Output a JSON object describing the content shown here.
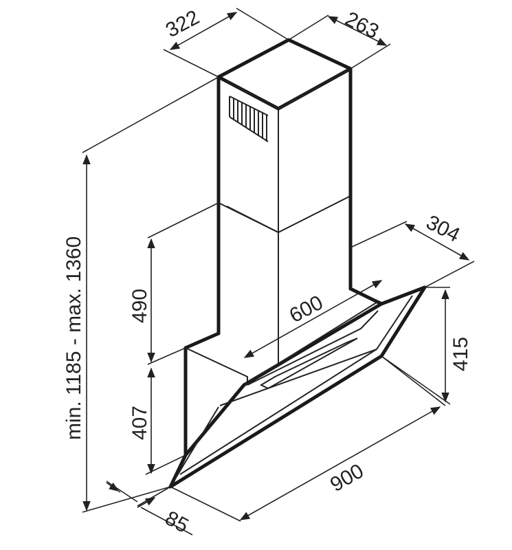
{
  "diagram": {
    "dimensions": {
      "chimney_width": "322",
      "chimney_depth": "263",
      "hood_depth": "304",
      "lower_chimney_height": "490",
      "canopy_height_upper": "415",
      "canopy_height_lower": "407",
      "inner_width": "600",
      "total_width": "900",
      "wall_offset": "85",
      "total_height": "min. 1185 - max. 1360"
    }
  }
}
